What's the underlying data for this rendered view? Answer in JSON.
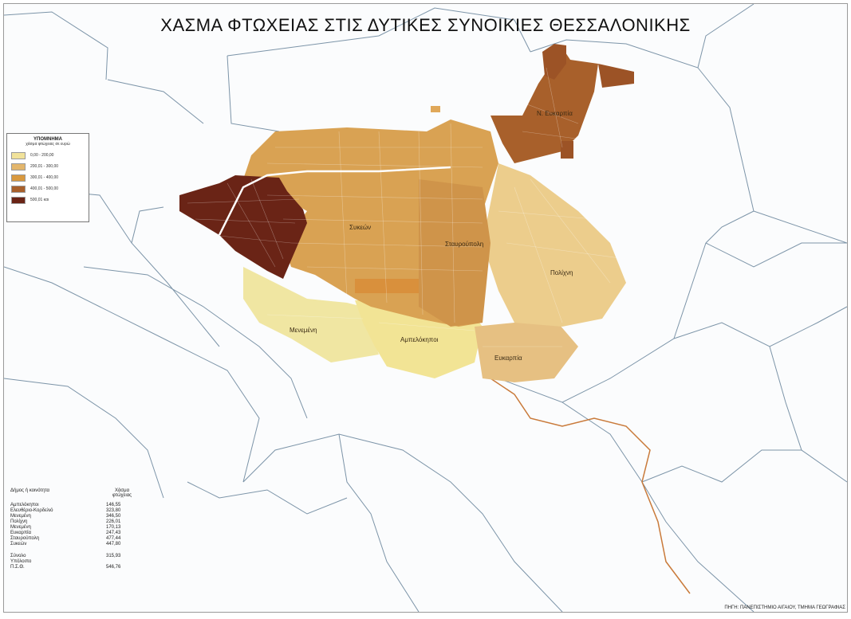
{
  "title": "ΧΑΣΜΑ ΦΤΩΧΕΙΑΣ ΣΤΙΣ ΔΥΤΙΚΕΣ ΣΥΝΟΙΚΙΕΣ ΘΕΣΣΑΛΟΝΙΚΗΣ",
  "legend": {
    "heading": "ΥΠΟΜΝΗΜΑ",
    "subtitle": "χάσμα φτώχειας σε ευρώ",
    "classes": [
      {
        "range": "0,00 - 200,00",
        "color": "#f1e29a"
      },
      {
        "range": "200,01 - 300,00",
        "color": "#e3b66c"
      },
      {
        "range": "300,01 - 400,00",
        "color": "#d9993f"
      },
      {
        "range": "400,01 - 500,00",
        "color": "#a8602b"
      },
      {
        "range": "500,01 και",
        "color": "#6a2416"
      }
    ]
  },
  "table": {
    "col1": "Δήμος ή κοινότητα",
    "col2": "Χάσμα φτώχειας",
    "rows": [
      {
        "name": "Αμπελόκηποι",
        "value": "146,55"
      },
      {
        "name": "Ελευθέριο-Κορδελιό",
        "value": "323,80"
      },
      {
        "name": "Μενεμένη",
        "value": "346,50"
      },
      {
        "name": "Πολίχνη",
        "value": "226,01"
      },
      {
        "name": "Μενεμένη",
        "value": "170,13"
      },
      {
        "name": "Ευκαρπία",
        "value": "247,43"
      },
      {
        "name": "Σταυρούπολη",
        "value": "477,44"
      },
      {
        "name": "Συκεών",
        "value": "447,80"
      }
    ],
    "footer": [
      {
        "name": "Σύνολο",
        "value": "315,93"
      },
      {
        "name": "Υπόλοιπο",
        "value": ""
      },
      {
        "name": "Π.Σ.Θ.",
        "value": "546,76"
      }
    ]
  },
  "place_labels": [
    "Συκεών",
    "Σταυρούπολη",
    "Πολίχνη",
    "Μενεμένη",
    "Αμπελόκηποι",
    "Ευκαρπία",
    "Ν. Ευκαρπία"
  ],
  "credit": "ΠΗΓΗ: ΠΑΝΕΠΙΣΤΗΜΙΟ ΑΙΓΑΙΟΥ, ΤΜΗΜΑ ΓΕΩΓΡΑΦΙΑΣ"
}
